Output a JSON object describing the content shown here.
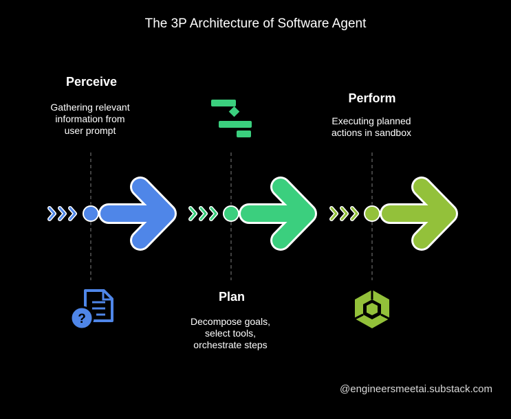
{
  "title": "The 3P Architecture of Software Agent",
  "stages": [
    {
      "name": "Perceive",
      "description": [
        "Gathering relevant",
        "information from",
        "user prompt"
      ],
      "color": "#4f86e8",
      "icon": "document-question-icon"
    },
    {
      "name": "Plan",
      "description": [
        "Decompose goals,",
        "select tools,",
        "orchestrate steps"
      ],
      "color": "#3bcf7e",
      "icon": "gantt-plan-icon"
    },
    {
      "name": "Perform",
      "description": [
        "Executing planned",
        "actions in sandbox"
      ],
      "color": "#93c13a",
      "icon": "cube-sandbox-icon"
    }
  ],
  "footer": "@engineersmeetai.substack.com"
}
